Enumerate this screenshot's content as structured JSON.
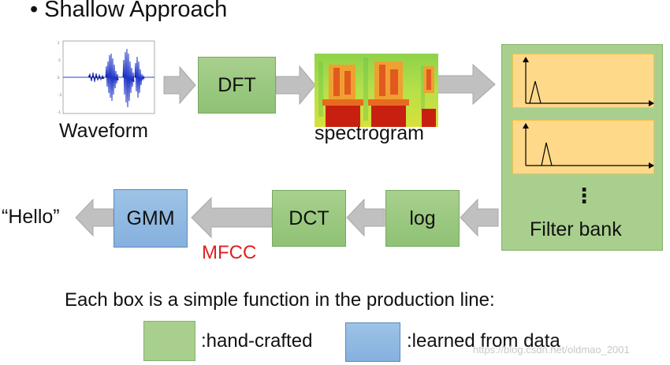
{
  "title": "Shallow Approach",
  "labels": {
    "waveform": "Waveform",
    "dft": "DFT",
    "spectrogram": "spectrogram",
    "filter_bank": "Filter bank",
    "filter_dots": "⋮",
    "log": "log",
    "dct": "DCT",
    "mfcc": "MFCC",
    "gmm": "GMM",
    "output": "“Hello”"
  },
  "caption": "Each box is a simple function in the production line:",
  "legend": {
    "hand_crafted": ":hand-crafted",
    "learned": ":learned from data"
  },
  "watermark": "https://blog.csdn.net/oldmao_2001",
  "colors": {
    "hand_crafted_green": "#a9cf8f",
    "learned_blue": "#9dc3e6",
    "mfcc_red": "#e02020",
    "arrow_gray": "#bfbfbf",
    "filter_plot_fill": "#ffd98a"
  }
}
